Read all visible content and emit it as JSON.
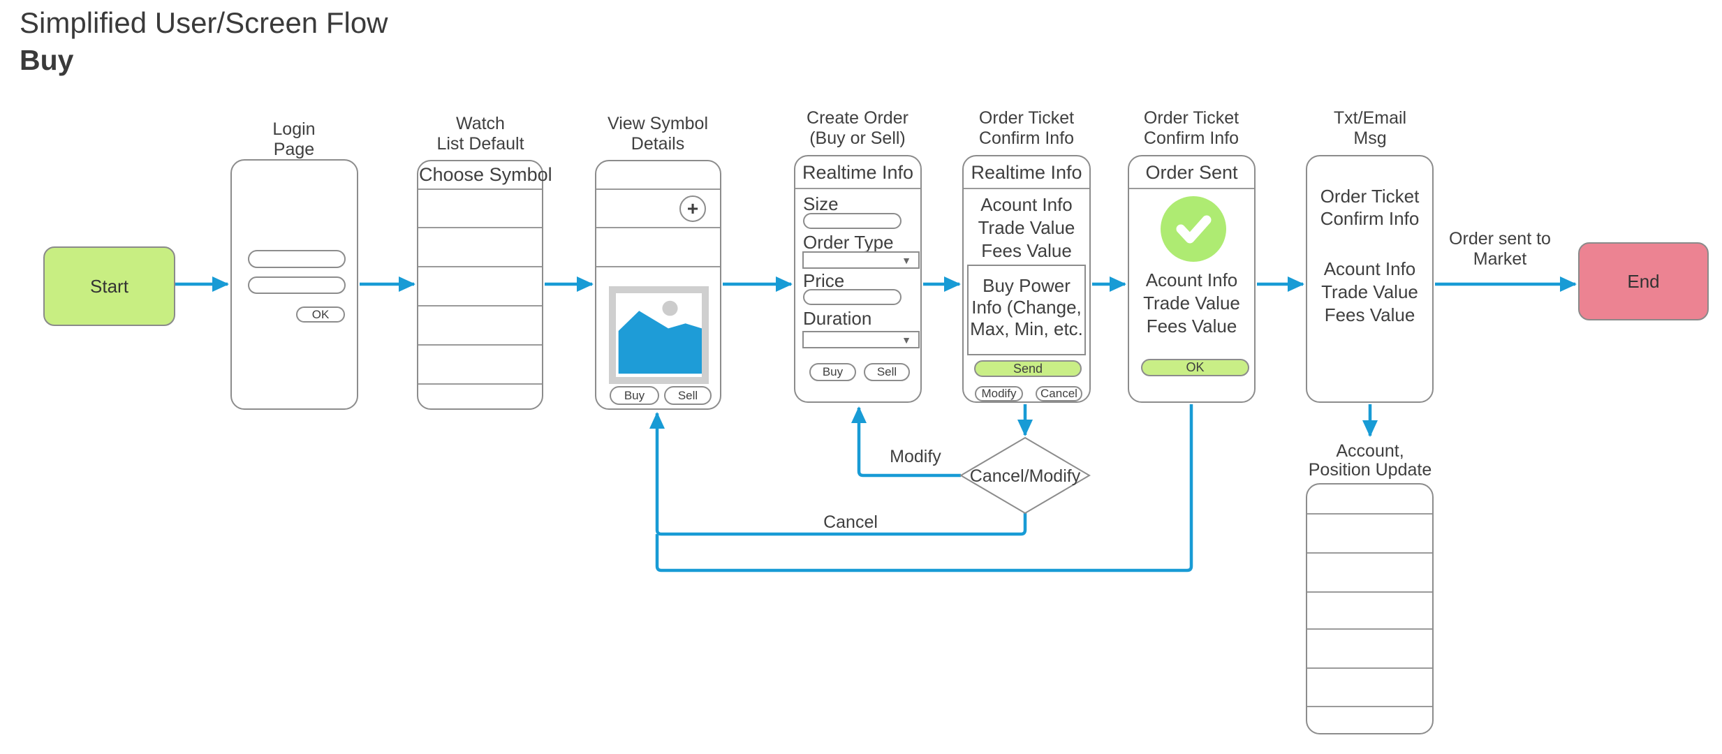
{
  "title": "Simplified User/Screen Flow",
  "subtitle": "Buy",
  "colors": {
    "arrow_blue": "#189bd5",
    "start_fill": "#c8ee82",
    "end_fill": "#ec8392",
    "button_green": "#c9ee86",
    "check_circle_green": "#aeeb72",
    "image_blue": "#1e9cd7",
    "frame_gray": "#cfcfcf"
  },
  "icons": {
    "plus": "+",
    "dropdown": "▼",
    "check": "check-mark"
  },
  "nodes": {
    "start": {
      "label": "Start"
    },
    "end": {
      "label": "End"
    }
  },
  "phones": {
    "login": {
      "title": [
        "Login",
        "Page"
      ],
      "ok_label": "OK"
    },
    "watchlist": {
      "title": [
        "Watch",
        "List Default"
      ],
      "header": "Choose Symbol"
    },
    "view_symbol": {
      "title": [
        "View Symbol",
        "Details"
      ],
      "buy_label": "Buy",
      "sell_label": "Sell"
    },
    "create_order": {
      "title": [
        "Create Order",
        "(Buy or Sell)"
      ],
      "header": "Realtime Info",
      "size_label": "Size",
      "order_type_label": "Order Type",
      "price_label": "Price",
      "duration_label": "Duration",
      "buy_label": "Buy",
      "sell_label": "Sell"
    },
    "order_ticket": {
      "title": [
        "Order Ticket",
        "Confirm Info"
      ],
      "header": "Realtime Info",
      "info": [
        "Acount Info",
        "Trade Value",
        "Fees Value"
      ],
      "buy_power": [
        "Buy Power",
        "Info (Change,",
        "Max, Min, etc."
      ],
      "send_label": "Send",
      "modify_label": "Modify",
      "cancel_label": "Cancel"
    },
    "order_sent": {
      "title": [
        "Order Ticket",
        "Confirm Info"
      ],
      "header": "Order Sent",
      "info": [
        "Acount Info",
        "Trade Value",
        "Fees Value"
      ],
      "ok_label": "OK"
    },
    "txt_email": {
      "title": [
        "Txt/Email",
        "Msg"
      ],
      "lines": [
        "Order Ticket",
        "Confirm Info"
      ],
      "info": [
        "Acount Info",
        "Trade Value",
        "Fees Value"
      ]
    },
    "account_update": {
      "title": [
        "Account,",
        "Position Update"
      ]
    }
  },
  "decision": {
    "label": "Cancel/Modify"
  },
  "edge_labels": {
    "modify": "Modify",
    "cancel": "Cancel",
    "order_sent_to": [
      "Order sent to",
      "Market"
    ]
  }
}
